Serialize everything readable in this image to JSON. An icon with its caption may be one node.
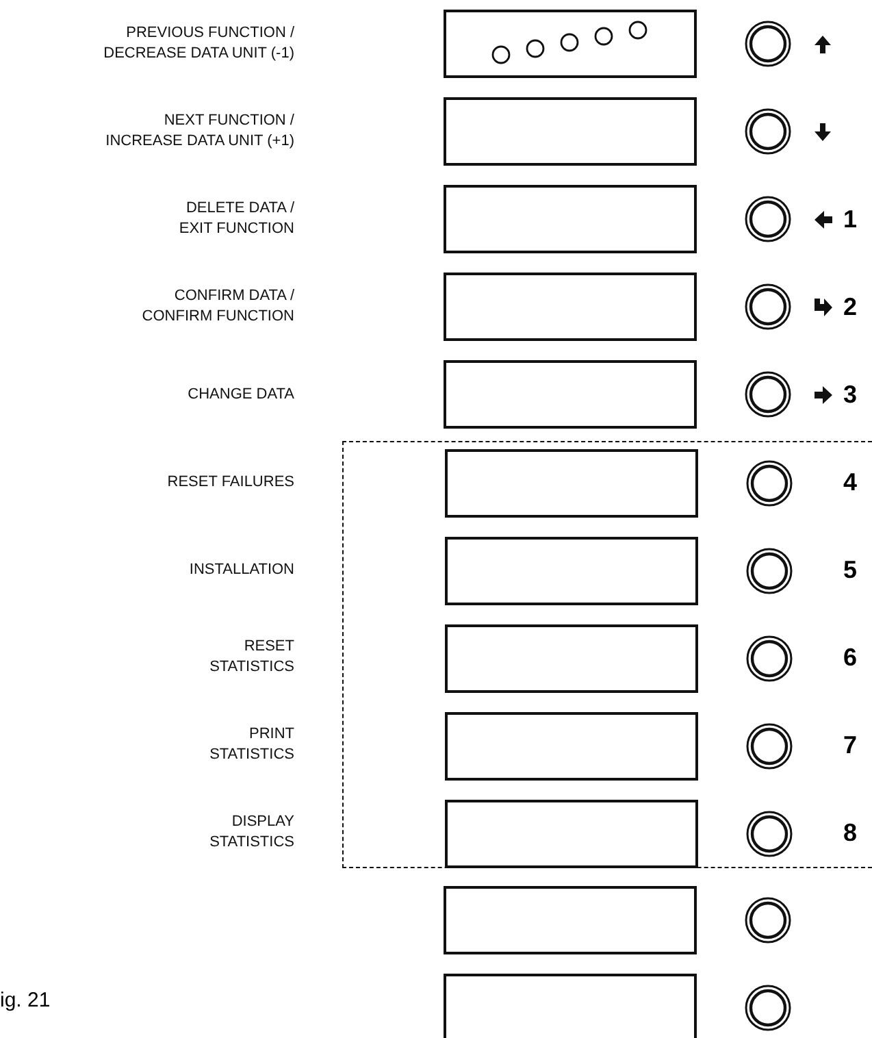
{
  "diagram": {
    "caption": "ig. 21",
    "nodes": [
      {
        "text": [],
        "shape": "box"
      },
      {
        "text": [],
        "shape": "box"
      },
      {
        "text": [],
        "shape": "circle"
      },
      {
        "text": [],
        "shape": "box"
      },
      {
        "text": [],
        "shape": "circle"
      },
      {
        "text": [],
        "shape": "box"
      },
      {
        "text": [],
        "shape": "circle",
        "beside": [
          "1"
        ]
      },
      {
        "text": [],
        "shape": "box"
      },
      {
        "text": [],
        "shape": "circle",
        "beside": [
          "2"
        ]
      },
      {
        "text": [],
        "shape": "box"
      },
      {
        "text": [],
        "shape": "circle",
        "beside": [
          "3"
        ]
      },
      {
        "text": [],
        "shape": "box",
        "in": 0
      },
      {
        "text": [],
        "shape": "circle",
        "beside": [
          "4"
        ],
        "in": 0
      },
      {
        "text": [],
        "shape": "box",
        "in": 0
      },
      {
        "text": [],
        "shape": "circle",
        "beside": [
          "5"
        ],
        "in": 0
      },
      {
        "text": [],
        "shape": "box",
        "in": 0
      },
      {
        "text": [],
        "shape": "circle",
        "beside": [
          "6"
        ],
        "in": 0
      },
      {
        "text": [],
        "shape": "box",
        "in": 0
      },
      {
        "text": [],
        "shape": "circle",
        "beside": [
          "7"
        ],
        "in": 0
      },
      {
        "text": [],
        "shape": "box",
        "in": 0
      },
      {
        "text": [],
        "shape": "circle",
        "beside": [
          "8"
        ],
        "in": 0
      },
      {
        "text": [],
        "shape": "box"
      },
      {
        "text": [],
        "shape": "circle"
      },
      {
        "text": [],
        "shape": "box"
      },
      {
        "text": [],
        "shape": "circle"
      }
    ],
    "labels": [
      "PREVIOUS FUNCTION / DECREASE DATA UNIT (-1)",
      "NEXT FUNCTION / INCREASE DATA UNIT (+1)",
      "DELETE DATA / EXIT FUNCTION",
      "CONFIRM DATA / CONFIRM FUNCTION",
      "CHANGE DATA",
      "RESET FAILURES",
      "INSTALLATION",
      "RESET STATISTICS",
      "PRINT STATISTICS",
      "DISPLAY STATISTICS"
    ]
  }
}
